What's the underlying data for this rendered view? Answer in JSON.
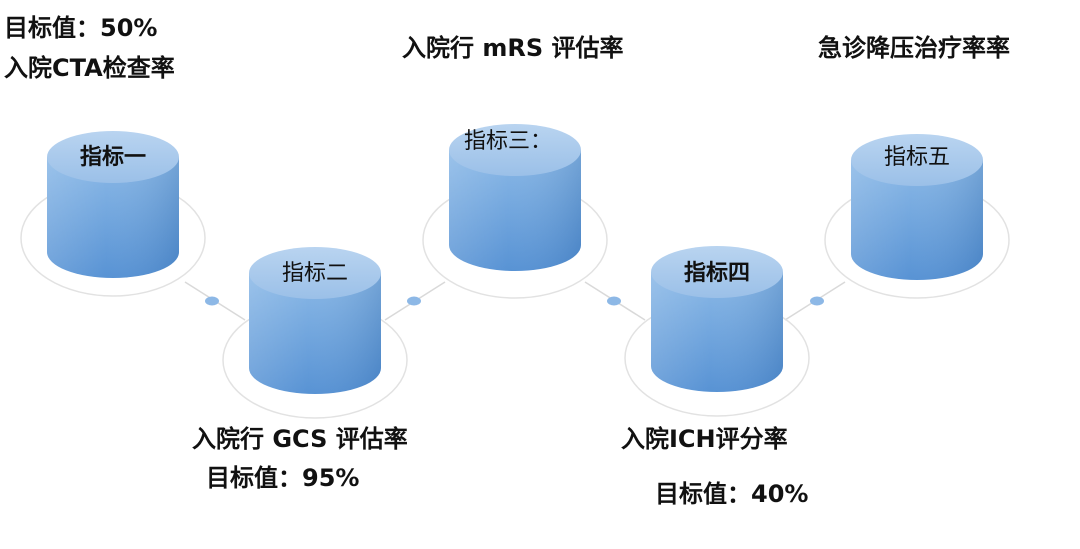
{
  "colors": {
    "cylinder_top": "#a9c9ec",
    "cylinder_side_light": "#7fb1e3",
    "cylinder_side_dark": "#4f8dd2",
    "ring": "#e2e2e2",
    "connector": "#d9d9d9",
    "dot": "#8db8e6",
    "text": "#111111"
  },
  "indicators": [
    {
      "name": "指标一",
      "metric": "入院CTA检查率",
      "target": "目标值：50%"
    },
    {
      "name": "指标二",
      "metric": "入院行 GCS 评估率",
      "target": "目标值：95%"
    },
    {
      "name": "指标三：",
      "metric": "入院行 mRS 评估率",
      "target": ""
    },
    {
      "name": "指标四",
      "metric": "入院ICH评分率",
      "target": "目标值：40%"
    },
    {
      "name": "指标五",
      "metric": "急诊降压治疗率率",
      "target": ""
    }
  ]
}
